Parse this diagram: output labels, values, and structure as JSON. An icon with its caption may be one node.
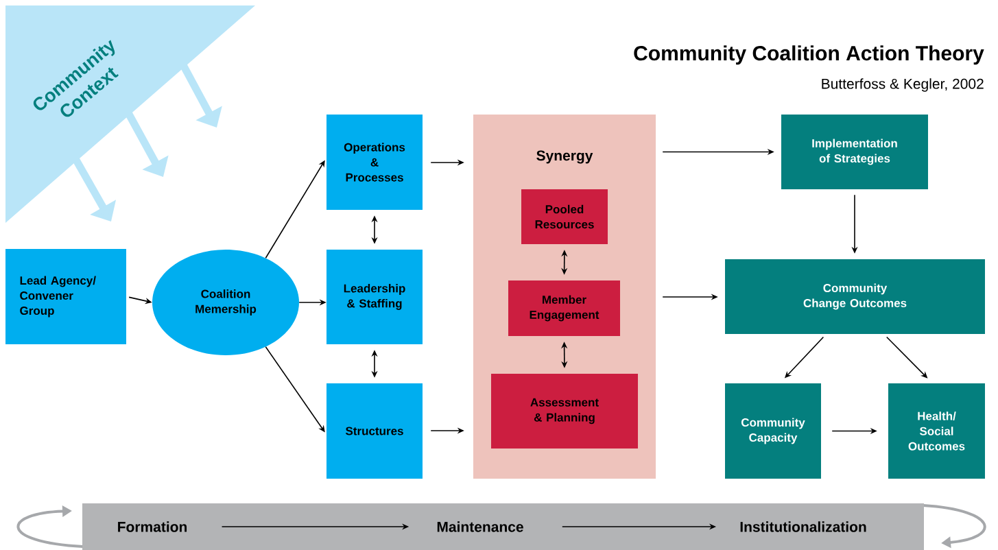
{
  "diagram": {
    "title": "Community Coalition Action Theory",
    "nodes": [
      {
        "text": [
          "Community Context"
        ]
      },
      {
        "text": [
          "Lead Agency/ Convener Group"
        ]
      },
      {
        "text": [
          "Coalition Memership"
        ]
      },
      {
        "text": [
          "Operations & Processes"
        ]
      },
      {
        "text": [
          "Leadership & Staffing"
        ]
      },
      {
        "text": [
          "Structures"
        ]
      },
      {
        "text": [
          "Synergy"
        ]
      },
      {
        "text": [
          "Pooled Resources"
        ],
        "in": 6
      },
      {
        "text": [
          "Member Engagement"
        ],
        "in": 6
      },
      {
        "text": [
          "Assessment & Planning"
        ],
        "in": 6
      },
      {
        "text": [
          "Implementation of Strategies"
        ]
      },
      {
        "text": [
          "Community Change Outcomes"
        ]
      },
      {
        "text": [
          "Community Capacity"
        ]
      },
      {
        "text": [
          "Health/ Social Outcomes"
        ]
      },
      {
        "text": [],
        "shape": "bar"
      },
      {
        "text": [
          "Formation"
        ],
        "in": 14
      },
      {
        "text": [
          "Maintenance"
        ],
        "in": 14
      },
      {
        "text": [
          "Institutionalization"
        ],
        "in": 14
      }
    ],
    "edges": [
      {
        "from": 1,
        "to": 2,
        "arrow": "to"
      },
      {
        "from": 2,
        "to": 3,
        "arrow": "to"
      },
      {
        "from": 2,
        "to": 4,
        "arrow": "to"
      },
      {
        "from": 2,
        "to": 5,
        "arrow": "to"
      },
      {
        "from": 3,
        "to": 4,
        "arrow": "both"
      },
      {
        "from": 4,
        "to": 5,
        "arrow": "both"
      },
      {
        "from": 3,
        "to": 6,
        "arrow": "to"
      },
      {
        "from": 5,
        "to": 6,
        "arrow": "to"
      },
      {
        "from": 7,
        "to": 8,
        "arrow": "both"
      },
      {
        "from": 8,
        "to": 9,
        "arrow": "both"
      },
      {
        "from": 6,
        "to": 10,
        "arrow": "to"
      },
      {
        "from": 6,
        "to": 11,
        "arrow": "to"
      },
      {
        "from": 10,
        "to": 11,
        "arrow": "to"
      },
      {
        "from": 11,
        "to": 12,
        "arrow": "to"
      },
      {
        "from": 11,
        "to": 13,
        "arrow": "to"
      },
      {
        "from": 12,
        "to": 13,
        "arrow": "to"
      },
      {
        "from": 15,
        "to": 16,
        "arrow": "to"
      },
      {
        "from": 16,
        "to": 17,
        "arrow": "to"
      }
    ],
    "labels": [
      "Butterfoss & Kegler, 2002"
    ]
  }
}
